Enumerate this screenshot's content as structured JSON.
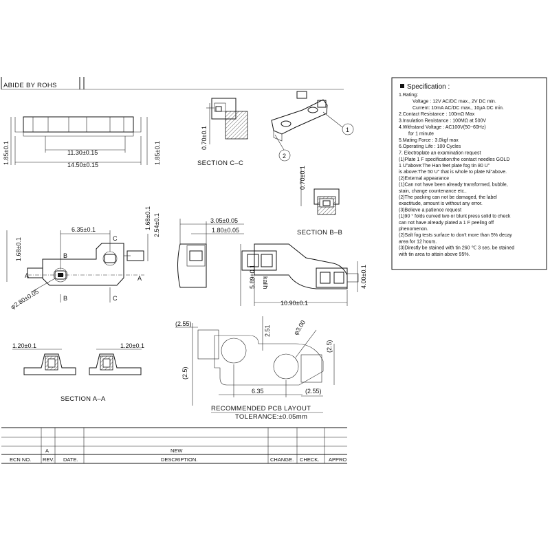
{
  "header": {
    "rohs_label": "ABIDE BY ROHS"
  },
  "top_view": {
    "dim_inner_width": "11.30±0.15",
    "dim_overall_width": "14.50±0.15",
    "dim_left_height": "1.85±0.1",
    "dim_right_height": "1.85±0.1"
  },
  "section_cc": {
    "title": "SECTION C–C",
    "dim_height": "0.70±0.1"
  },
  "iso_view": {
    "callout_1": "1",
    "callout_2": "2"
  },
  "section_bb": {
    "title": "SECTION B–B",
    "dim_height": "0.70±0.1"
  },
  "plan_view": {
    "dim_pitch": "6.35±0.1",
    "dim_height_right_1": "1.68±0.1",
    "dim_height_right_2": "2.54±0.1",
    "dim_left_height": "1.68±0.1",
    "dim_hole": "φ2.80±0.05",
    "marker_a_left": "A",
    "marker_a_right": "A",
    "marker_b_top": "B",
    "marker_b_bottom": "B",
    "marker_c_top": "C",
    "marker_c_bottom": "C"
  },
  "side_view": {
    "dim_depth_1": "3.05±0.05",
    "dim_depth_2": "1.80±0.05"
  },
  "top_view_2": {
    "dim_left_height": "5.89±0.1",
    "dim_right_height": "4.00±0.1",
    "dim_width": "10.90±0.1",
    "brand": "kailh"
  },
  "section_aa": {
    "title": "SECTION A–A",
    "dim_left": "1.20±0.1",
    "dim_right": "1.20±0.1"
  },
  "pcb_layout": {
    "dim_top_left": "(2.55)",
    "dim_center_height": "2.51",
    "dim_diameter": "φ3.00",
    "dim_left_height": "(2.5)",
    "dim_right_height": "(2.5)",
    "dim_pitch": "6.35",
    "dim_bottom_right": "(2.55)",
    "title": "RECOMMENDED  PCB  LAYOUT",
    "tolerance": "TOLERANCE:±0.05mm"
  },
  "spec": {
    "title": "Specification :",
    "lines": [
      "1.Rating:",
      "Voltage : 12V AC/DC max., 2V DC min.",
      "Current: 10mA AC/DC max., 10μA DC min.",
      "2.Contact Resistance : 100mΩ Max",
      "3.Insulation Resistance : 100MΩ at 500V",
      "4.Withstand Voltage : AC100V(50~60Hz)",
      "for 1 minute",
      "5.Mating Force : 3.0kgf max",
      "6.Operating Life : 100 Cycles",
      "7. Electroplate an examination request",
      "(1)Plate 1 F specification:the contact needles GOLD",
      "1 U\"above:The Han feet plate fog tin 80 U\"",
      "is above:The 50 U\" that is whole to plate Ni\"above.",
      "(2)External appearance",
      "(1)Can not have been already transformed, bubble,",
      "stain, change countenance etc..",
      "(2)The packing can not be damaged, the label",
      "exactitude, amount is without any error.",
      "(3)Believe a patience request",
      "(1)90 ° folds curved two or blunt press solid to check",
      "can not have already plated a 1 F peeling off",
      "phenomenon.",
      "(2)Salt fog tests surface to don't more than 5% decay",
      "area for 12 hours.",
      "(3)Directly be stained with tin 260 ℃ 3 ses. be stained",
      "with tin area to attain above 95%."
    ]
  },
  "title_block": {
    "rev_value": "A",
    "desc_value": "NEW",
    "headers": [
      "ECN NO.",
      "REV.",
      "DATE.",
      "DESCRIPTION.",
      "CHANGE.",
      "CHECK.",
      "APPRO"
    ]
  }
}
